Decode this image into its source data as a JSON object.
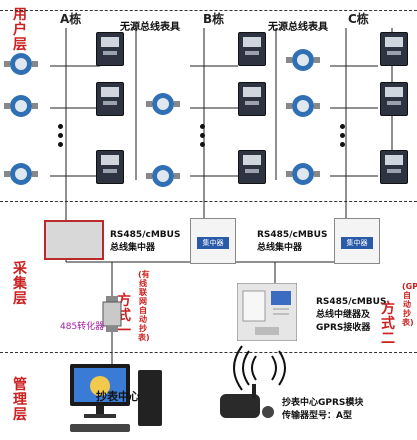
{
  "layers": {
    "user": "用户层",
    "collect": "采集层",
    "manage": "管理层"
  },
  "buildings": [
    "A栋",
    "B栋",
    "C栋"
  ],
  "bus_meter_label": "无源总线表具",
  "concentrator_label_line1": "RS485/cMBUS",
  "concentrator_label_line2": "总线集中器",
  "concentrator_screen_text": "集中器",
  "method_one": {
    "title": "方式一",
    "note": "(有线联网自动抄表)"
  },
  "method_two": {
    "title": "方式二",
    "note": "(GPRS自动抄表)"
  },
  "converter_label": "485转化器",
  "relay_label": {
    "line1": "RS485/cMBUS",
    "line2": "总线中继器及",
    "line3": "GPRS接收器"
  },
  "center_label": "抄表中心",
  "gprs_module": {
    "line1": "抄表中心GPRS模块",
    "line2": "传输器型号：A型"
  },
  "colors": {
    "layer_text": "#cc1f1f",
    "method_text": "#cc1f1f",
    "converter_text": "#a020a0",
    "water_meter": "#2f6fb3",
    "concentrator_border": "#b92a2a"
  }
}
